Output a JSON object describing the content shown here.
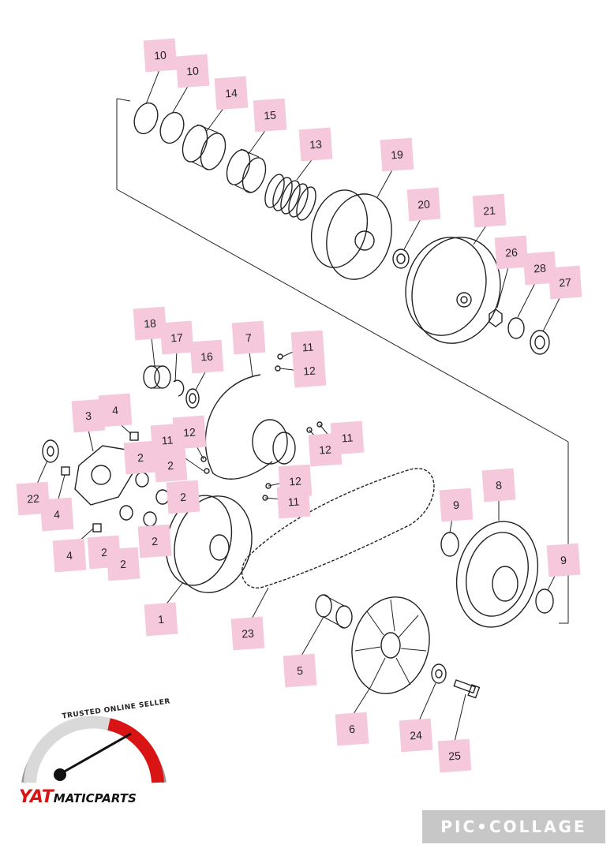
{
  "diagram": {
    "labels": {
      "p10a": "10",
      "p10b": "10",
      "p14": "14",
      "p15": "15",
      "p13": "13",
      "p19": "19",
      "p20": "20",
      "p21": "21",
      "p26": "26",
      "p28": "28",
      "p27": "27",
      "p18": "18",
      "p17": "17",
      "p7": "7",
      "p11a": "11",
      "p12a": "12",
      "p16": "16",
      "p3": "3",
      "p4a": "4",
      "p12b": "12",
      "p11b": "11",
      "p2a": "2",
      "p2b": "2",
      "p11c": "11",
      "p12c": "12",
      "p12d": "12",
      "p11d": "11",
      "p22": "22",
      "p4b": "4",
      "p2c": "2",
      "p2d": "2",
      "p4c": "4",
      "p2e": "2",
      "p2f": "2",
      "p9a": "9",
      "p8": "8",
      "p9b": "9",
      "p1": "1",
      "p23": "23",
      "p5": "5",
      "p6": "6",
      "p24": "24",
      "p25": "25"
    },
    "label_color": "#f6c8dc"
  },
  "logo": {
    "badge": "TRUSTED ONLINE SELLER",
    "brand_red": "YAT",
    "brand_black": "MATICPARTS",
    "accent": "#d81414"
  },
  "watermark": {
    "text": "PIC•COLLAGE"
  }
}
